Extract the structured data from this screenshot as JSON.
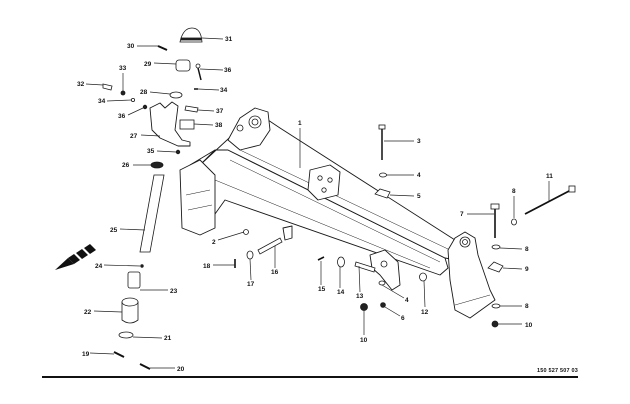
{
  "diagram": {
    "type": "exploded-parts-view",
    "reference_number": "150 527 507 03",
    "callouts": {
      "c1": "1",
      "c2": "2",
      "c3": "3",
      "c4a": "4",
      "c4b": "4",
      "c5": "5",
      "c6": "6",
      "c7": "7",
      "c8a": "8",
      "c8b": "8",
      "c8c": "8",
      "c9": "9",
      "c10a": "10",
      "c10b": "10",
      "c11": "11",
      "c12": "12",
      "c13": "13",
      "c14": "14",
      "c15": "15",
      "c16": "16",
      "c17": "17",
      "c18": "18",
      "c19": "19",
      "c20": "20",
      "c21": "21",
      "c22": "22",
      "c23": "23",
      "c24": "24",
      "c25": "25",
      "c26": "26",
      "c27": "27",
      "c28": "28",
      "c29": "29",
      "c30": "30",
      "c31": "31",
      "c32": "32",
      "c33": "33",
      "c34a": "34",
      "c34b": "34",
      "c35": "35",
      "c36a": "36",
      "c36b": "36",
      "c37": "37",
      "c38": "38"
    },
    "icons": {
      "direction_arrow": "travel-direction-arrow-icon"
    }
  }
}
